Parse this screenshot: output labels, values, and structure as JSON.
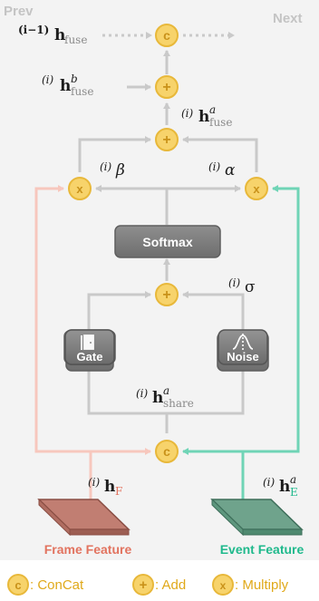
{
  "nav": {
    "prev": "Prev",
    "next": "Next"
  },
  "ops": {
    "concat_symbol": "c",
    "add_symbol": "+",
    "multiply_symbol": "x"
  },
  "blocks": {
    "softmax": "Softmax",
    "gate": "Gate",
    "noise": "Noise"
  },
  "labels": {
    "prev_fuse_sup": "(i−1)",
    "prev_fuse_h": "h",
    "prev_fuse_sub": "fuse",
    "hb_sup_left": "(i)",
    "hb_h": "h",
    "hb_sup_right": "b",
    "hb_sub": "fuse",
    "ha_sup_left": "(i)",
    "ha_h": "h",
    "ha_sup_right": "a",
    "ha_sub": "fuse",
    "beta_sup": "(i)",
    "beta": "β",
    "alpha_sup": "(i)",
    "alpha": "α",
    "sigma_sup": "(i)",
    "sigma": "σ",
    "share_sup_left": "(i)",
    "share_h": "h",
    "share_sup_right": "a",
    "share_sub": "share",
    "hf_sup": "(i)",
    "hf_h": "h",
    "hf_sub": "F",
    "he_sup_left": "(i)",
    "he_h": "h",
    "he_sup_right": "a",
    "he_sub": "E"
  },
  "features": {
    "frame": "Frame Feature",
    "event": "Event Feature"
  },
  "legend": {
    "concat": ": ConCat",
    "add": ": Add",
    "multiply": ": Multiply"
  },
  "colors": {
    "node_fill": "#f7d36b",
    "node_stroke": "#e8b83a",
    "node_text": "#d6a21c",
    "arrow": "#c9c9c9",
    "frame_line": "#f7c7bd",
    "event_line": "#6fd4b6",
    "frame_text": "#e2735f",
    "event_text": "#1fb98c",
    "frame_block": "#c17e72",
    "event_block": "#6fa38c"
  }
}
